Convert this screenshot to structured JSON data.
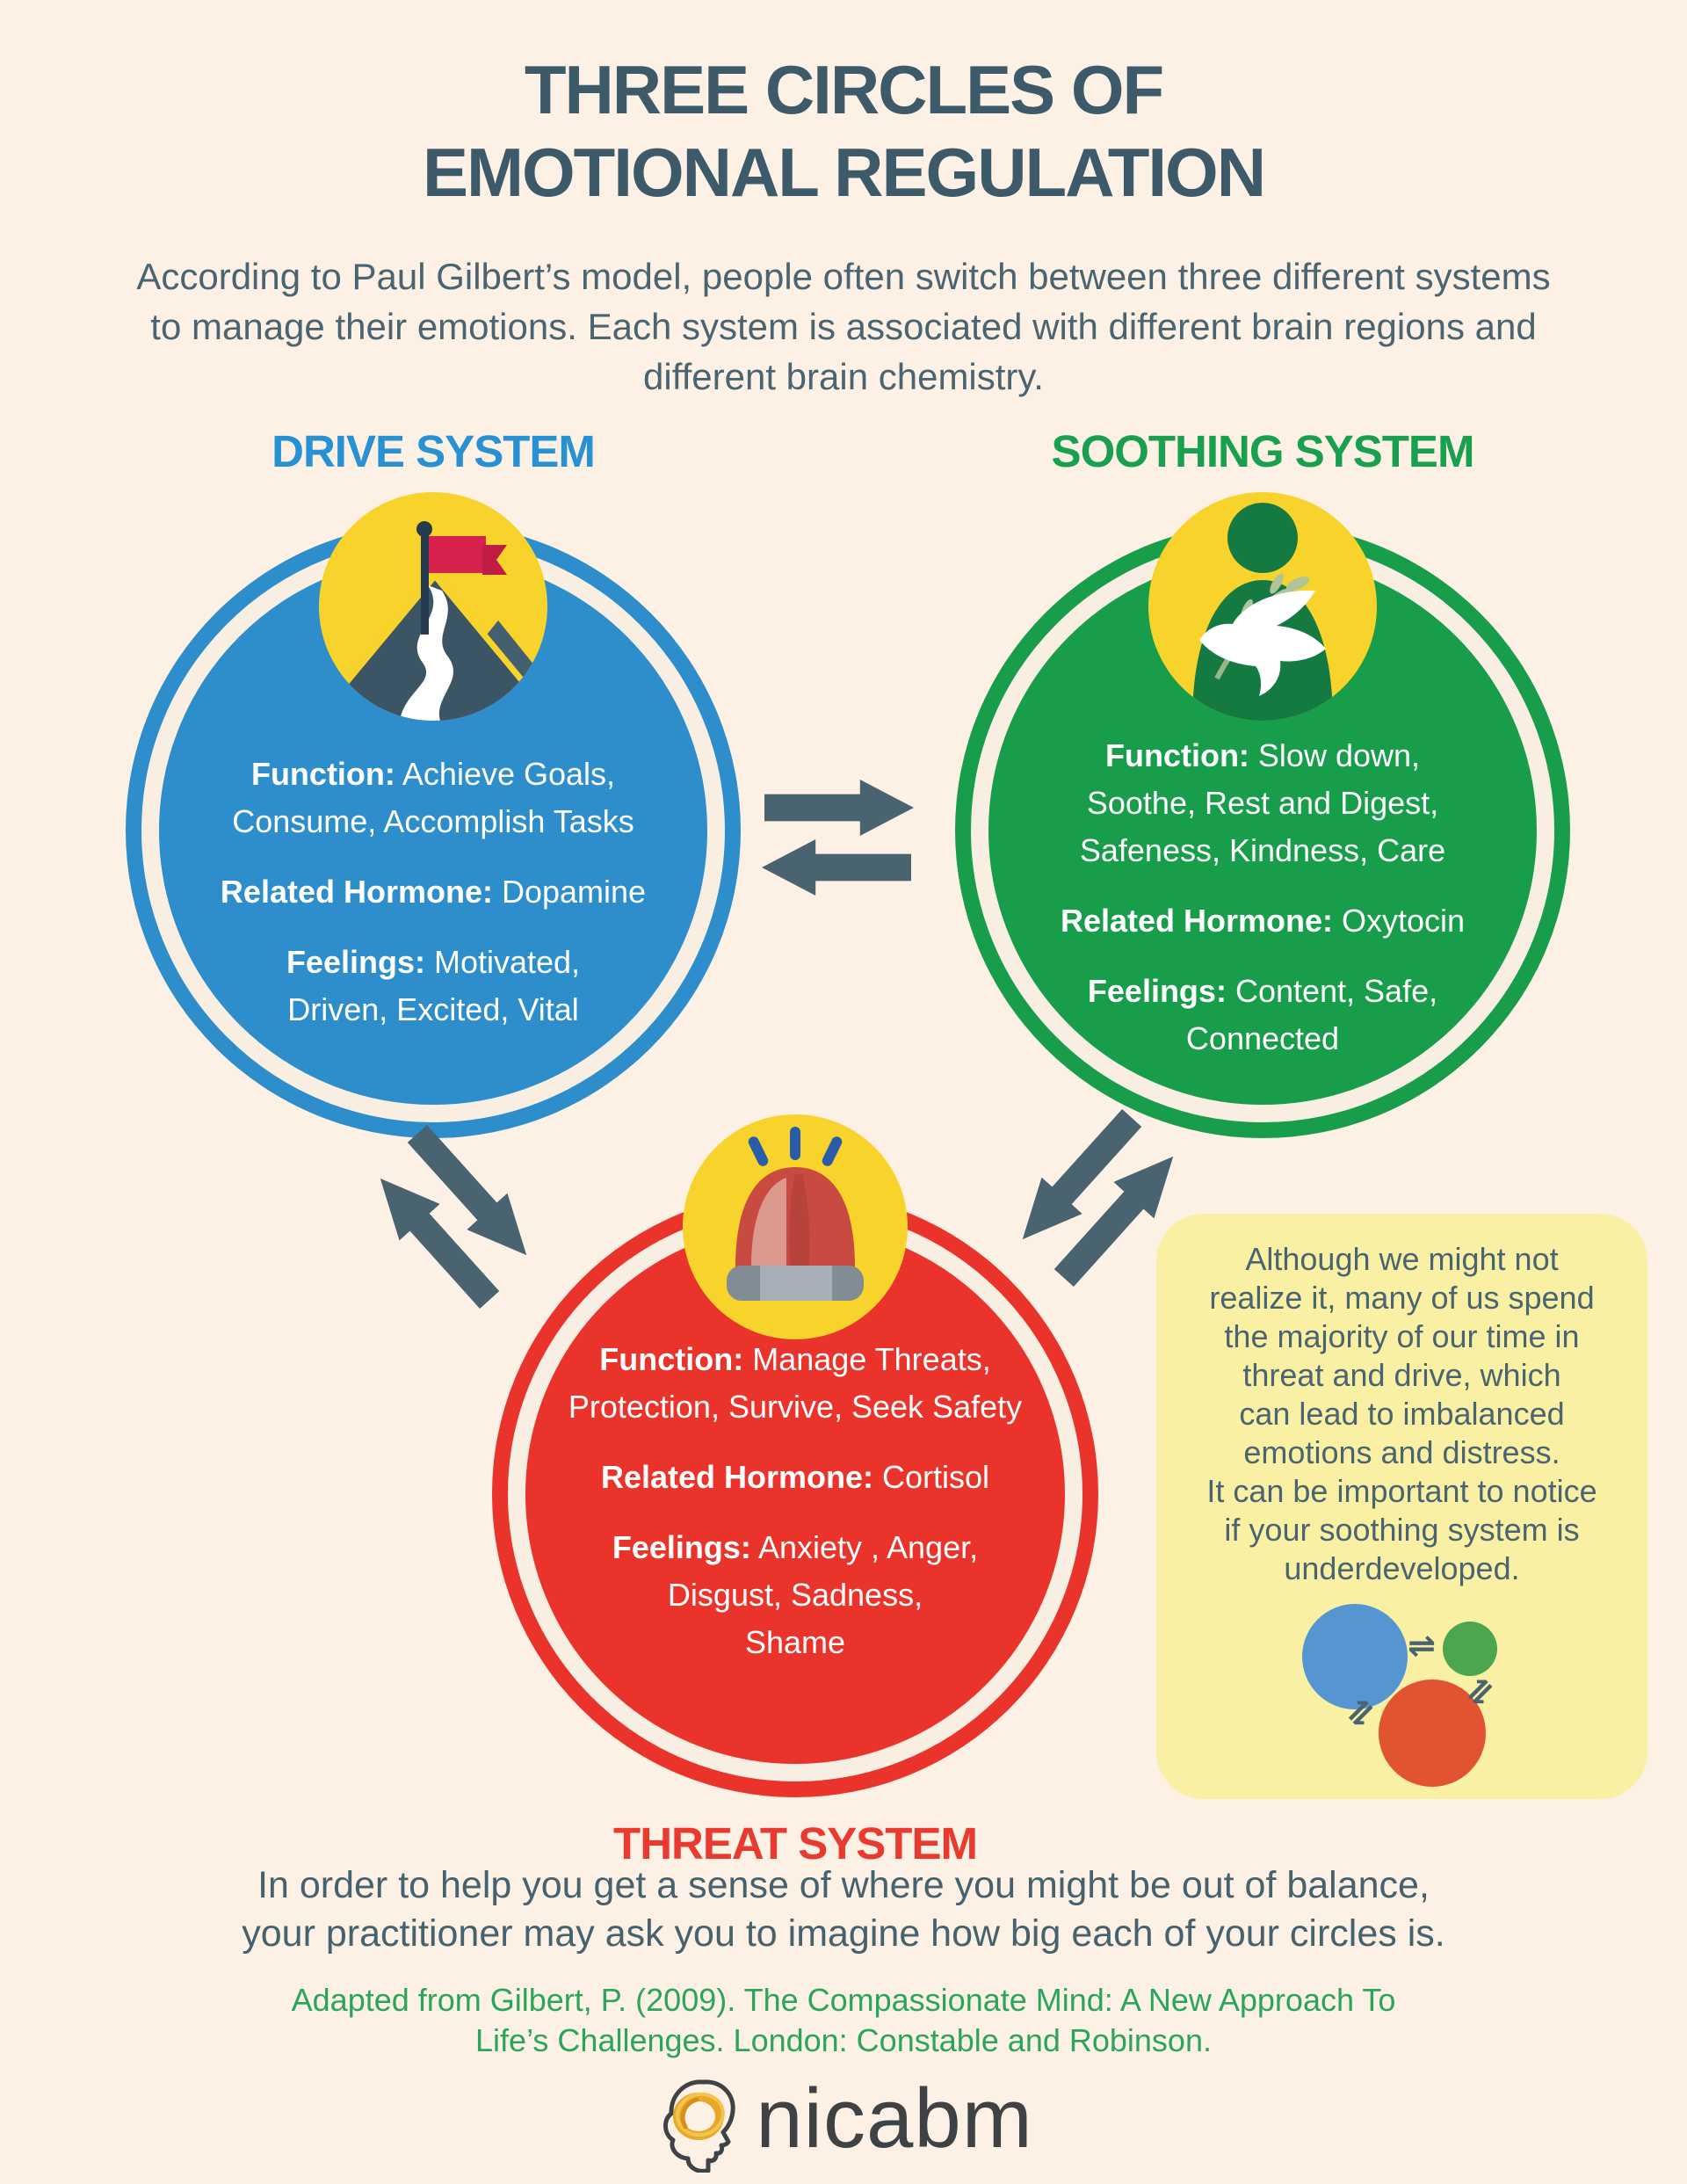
{
  "colors": {
    "background": "#FCF1E4",
    "title_slate": "#3D5A6B",
    "body_slate": "#4A6471",
    "drive_blue": "#2E8DCB",
    "drive_heading_blue": "#2791D3",
    "soothing_green": "#189D4B",
    "soothing_heading_green": "#18A04F",
    "threat_red": "#EA332B",
    "threat_heading_red": "#E93A30",
    "icon_circle_yellow": "#F7D32B",
    "arrow_slate": "#4A6370",
    "note_box_yellow": "#F9F0A3",
    "citation_green": "#2BA55A",
    "logo_gray": "#3E4245",
    "logo_orange": "#EAA827"
  },
  "header": {
    "title": "THREE CIRCLES OF\nEMOTIONAL REGULATION",
    "subtitle": "According to Paul Gilbert’s model, people often switch between three different systems\nto manage their emotions. Each system is associated with different brain regions and\ndifferent brain chemistry."
  },
  "drive": {
    "label": "DRIVE SYSTEM",
    "icon": "mountain-flag-icon",
    "function_label": "Function:",
    "function_text": " Achieve Goals,\nConsume, Accomplish Tasks",
    "hormone_label": "Related Hormone:",
    "hormone_text": " Dopamine",
    "feelings_label": "Feelings:",
    "feelings_text": " Motivated,\nDriven, Excited, Vital"
  },
  "soothing": {
    "label": "SOOTHING SYSTEM",
    "icon": "dove-person-icon",
    "function_label": "Function:",
    "function_text": " Slow down,\nSoothe, Rest and Digest,\nSafeness, Kindness, Care",
    "hormone_label": "Related Hormone:",
    "hormone_text": " Oxytocin",
    "feelings_label": "Feelings:",
    "feelings_text": " Content, Safe,\nConnected"
  },
  "threat": {
    "label": "THREAT SYSTEM",
    "icon": "siren-icon",
    "function_label": "Function:",
    "function_text": " Manage Threats,\nProtection, Survive, Seek Safety",
    "hormone_label": "Related Hormone:",
    "hormone_text": " Cortisol",
    "feelings_label": "Feelings:",
    "feelings_text": " Anxiety , Anger,\nDisgust, Sadness,\nShame"
  },
  "note_box": {
    "text": "Although we might not\nrealize it, many of us spend\nthe majority of our time in\nthreat and drive, which\ncan lead to imbalanced\nemotions and distress.\nIt can be important to notice\nif your soothing system is\nunderdeveloped.",
    "mini_diagram": {
      "blue_circle": "drive (large)",
      "green_circle": "soothing (small)",
      "red_circle": "threat (medium)",
      "arrow_glyph": "⇌"
    }
  },
  "footer": {
    "closing": "In order to help you get a sense of where you might be out of balance,\nyour practitioner may ask you to imagine how big each of your circles is.",
    "citation": "Adapted from Gilbert, P. (2009). The Compassionate Mind: A New Approach To\nLife’s Challenges. London: Constable and Robinson.",
    "logo_text": "nicabm"
  }
}
